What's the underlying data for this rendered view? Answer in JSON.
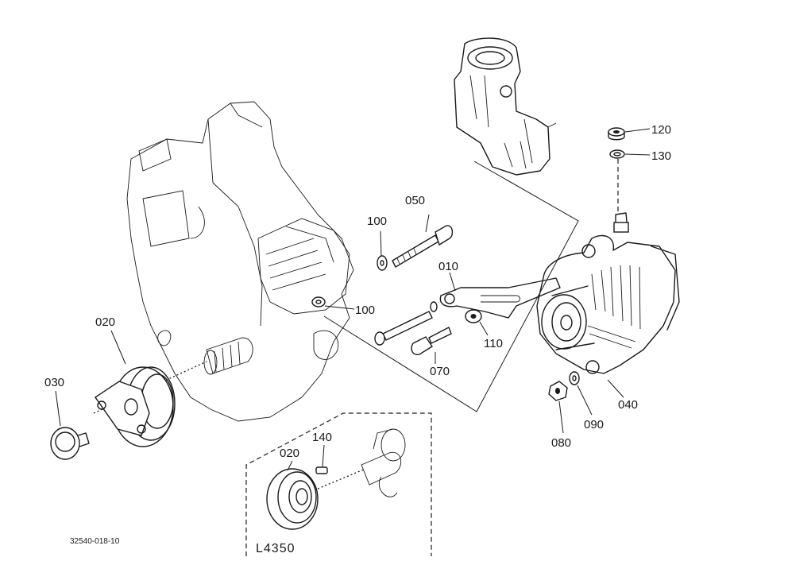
{
  "parts": {
    "p010": "010",
    "p020": "020",
    "p020_variant": "020",
    "p030": "030",
    "p040": "040",
    "p050": "050",
    "p070": "070",
    "p080": "080",
    "p090": "090",
    "p100_top": "100",
    "p100_mid": "100",
    "p110": "110",
    "p120": "120",
    "p130": "130",
    "p140": "140"
  },
  "variant_label": "L4350",
  "drawing_code": "32540-018-10"
}
